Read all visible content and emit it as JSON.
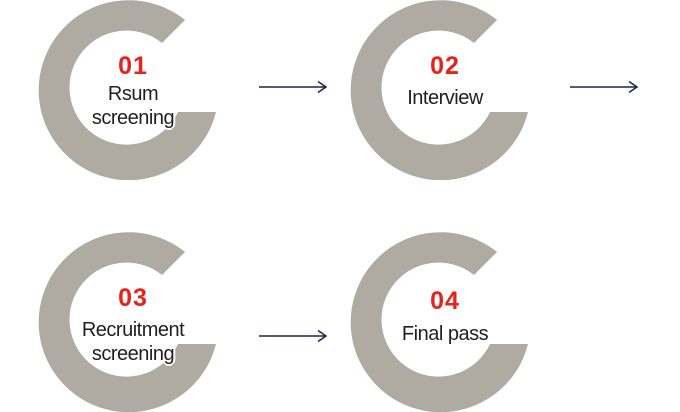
{
  "colors": {
    "ring": "#afaba3",
    "number": "#e8211a",
    "arrow": "#1a2740",
    "label": "#1f1f1f"
  },
  "steps": [
    {
      "number": "01",
      "label_lines": [
        "Rsum",
        "screening"
      ]
    },
    {
      "number": "02",
      "label_lines": [
        "Interview"
      ]
    },
    {
      "number": "03",
      "label_lines": [
        "Recruitment",
        "screening"
      ]
    },
    {
      "number": "04",
      "label_lines": [
        "Final pass"
      ]
    }
  ]
}
